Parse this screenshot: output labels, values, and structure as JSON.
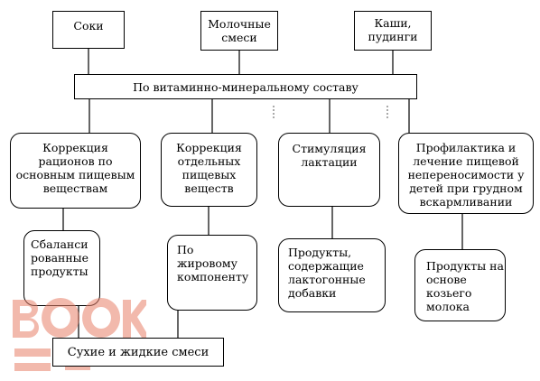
{
  "diagram": {
    "boxes": {
      "soki": "Соки",
      "milk": "Молочные\nсмеси",
      "kashi": "Каши,\nпудинги",
      "vit": "По витаминно-минеральному составу",
      "korr1": "Коррекция\nрационов по\nосновным пищевым\nвеществам",
      "korr2": "Коррекция\nотдельных\nпищевых\nвеществ",
      "lakt": "Стимуляция\nлактации",
      "prof": "Профилактика и\nлечение пищевой\nнепереносимости у\nдетей при грудном\nвскармливании",
      "bal": "Сбаланси\nрованные\nпродукты",
      "fat": "По\nжировому\nкомпоненту",
      "prod": "Продукты,\nсодержащие\nлактогонные\nдобавки",
      "goat": "Продукты на\nоснове\nкозьего\nмолока",
      "dry": "Сухие и жидкие смеси"
    },
    "watermark": "BOOK"
  },
  "colors": {
    "line": "#000000",
    "watermark": "#e8806a"
  }
}
